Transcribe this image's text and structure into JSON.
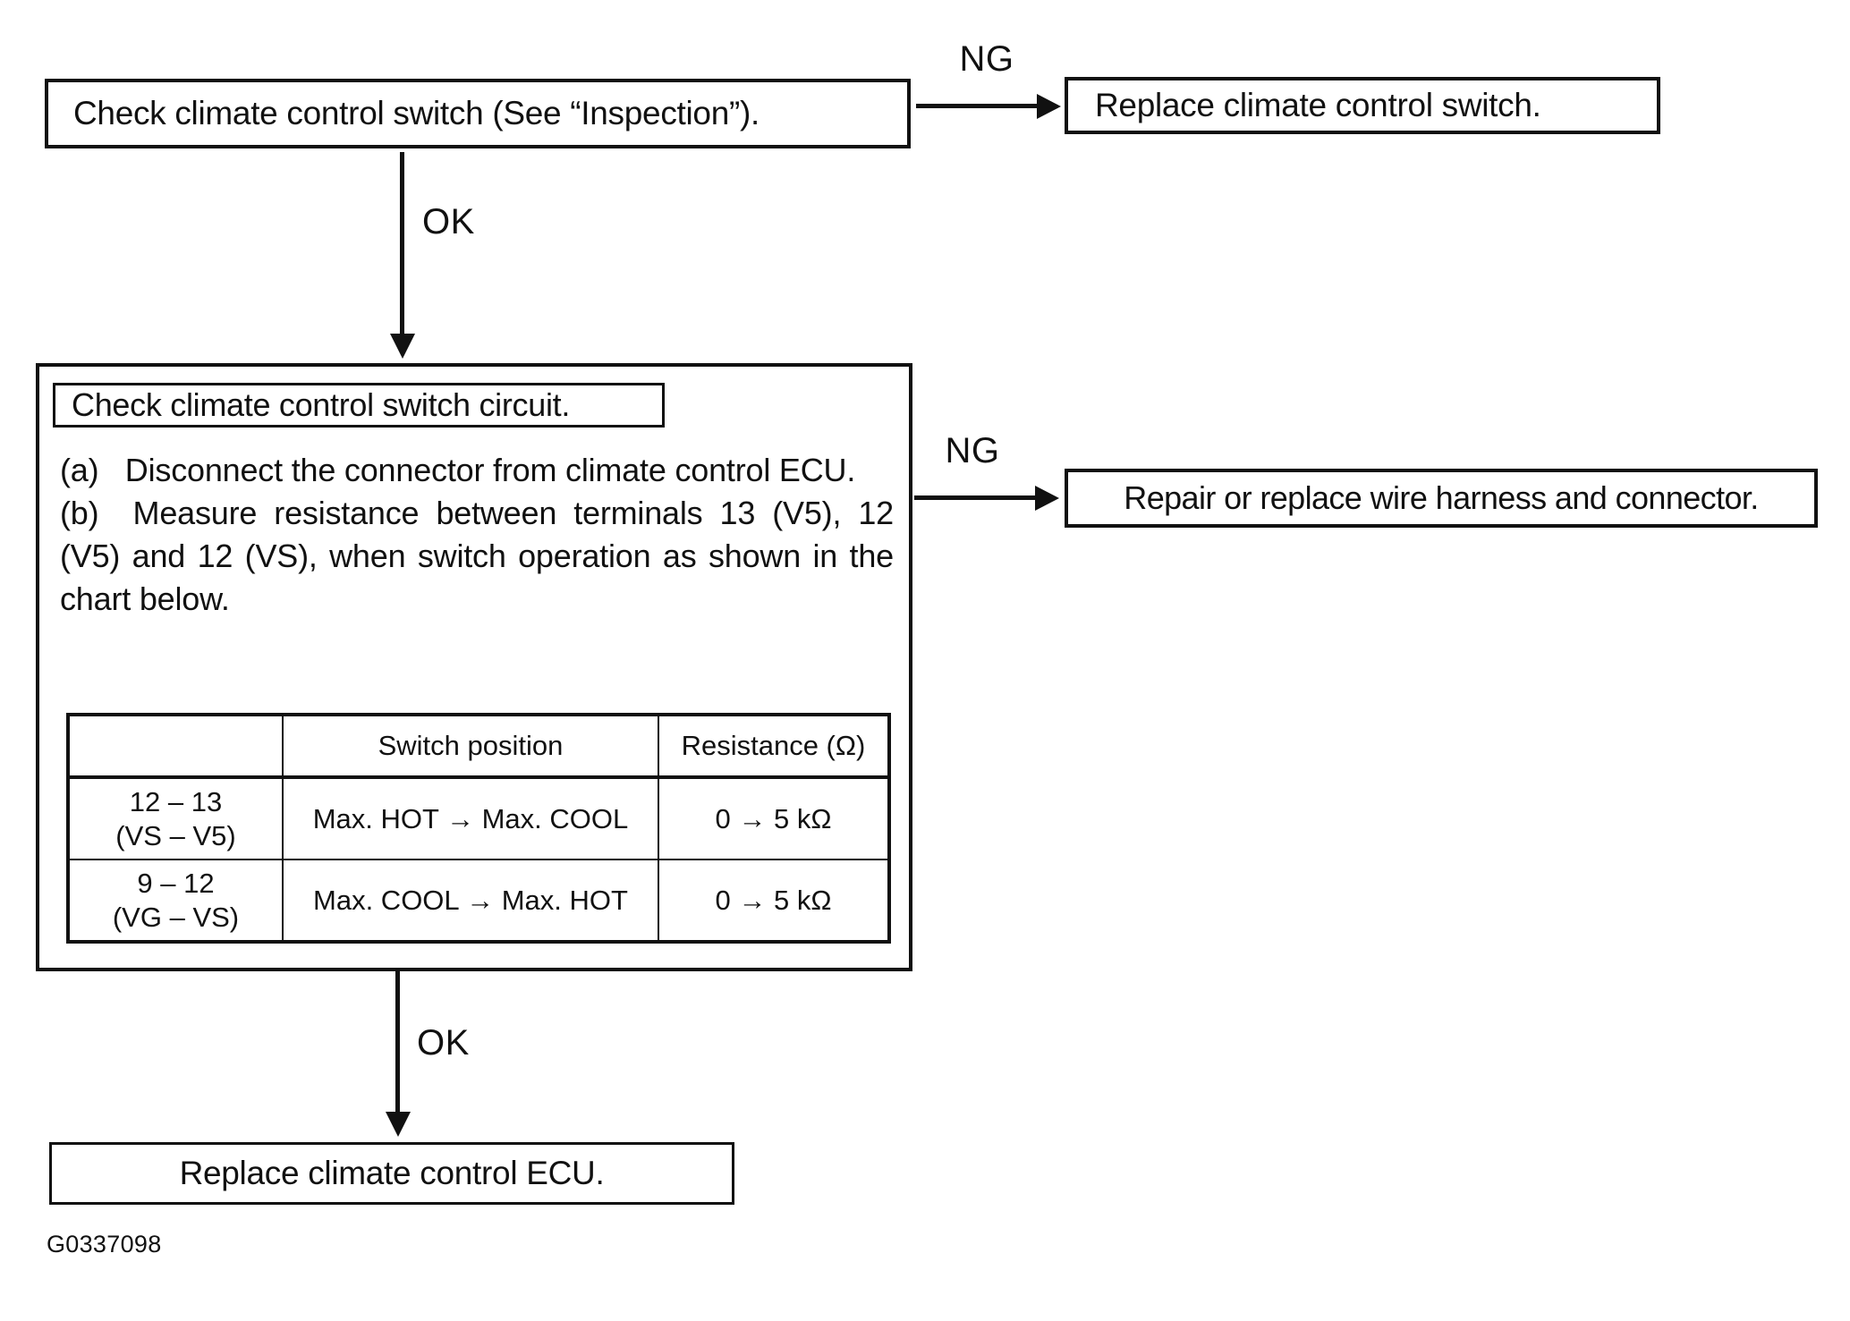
{
  "figure": {
    "id": "G0337098"
  },
  "flow": {
    "check_switch": {
      "label": "Check climate control switch (See “Inspection”)."
    },
    "replace_switch": {
      "label": "Replace climate control switch."
    },
    "check_circuit": {
      "title": "Check climate control switch circuit.",
      "steps": [
        "(a)   Disconnect the connector from climate control ECU.",
        "(b)  Measure resistance between terminals 13 (V5), 12 (V5) and 12 (VS), when switch operation as shown in the chart below."
      ],
      "table": {
        "headers": [
          "",
          "Switch position",
          "Resistance (Ω)"
        ],
        "rows": [
          {
            "terminals": "12 – 13",
            "pins": "(VS – V5)",
            "switch_position": "Max. HOT → Max. COOL",
            "resistance": "0 → 5 kΩ"
          },
          {
            "terminals": "9 – 12",
            "pins": "(VG – VS)",
            "switch_position": "Max. COOL → Max. HOT",
            "resistance": "0 → 5 kΩ"
          }
        ]
      }
    },
    "repair_harness": {
      "label": "Repair or replace wire harness and connector."
    },
    "replace_ecu": {
      "label": "Replace climate control ECU."
    },
    "edges": {
      "ng1": "NG",
      "ok1": "OK",
      "ng2": "NG",
      "ok2": "OK"
    }
  }
}
